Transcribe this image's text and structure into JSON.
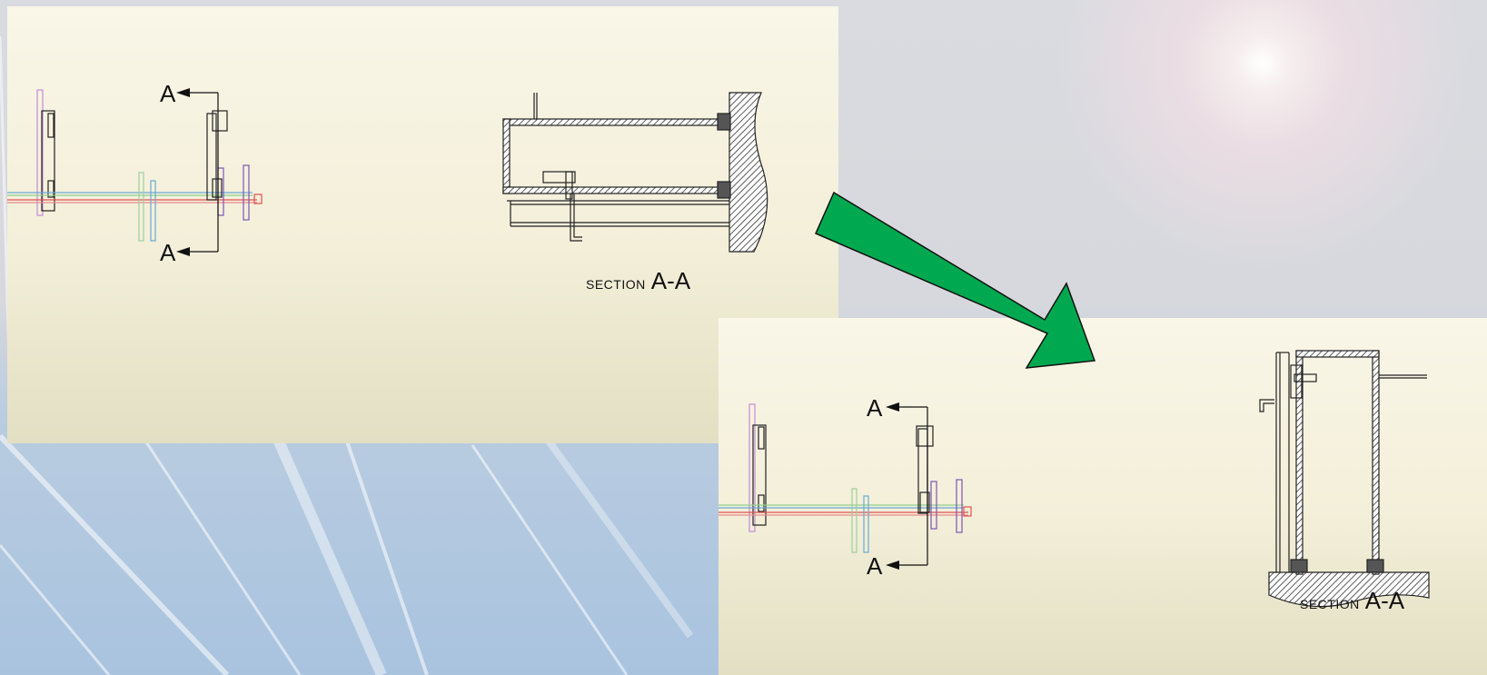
{
  "diagram": {
    "top": {
      "cut_marker_top": "A",
      "cut_marker_bottom": "A",
      "section_small": "SECTION",
      "section_big": "A-A"
    },
    "bottom": {
      "cut_marker_top": "A",
      "cut_marker_bottom": "A",
      "section_small": "SECTION",
      "section_big": "A-A"
    }
  },
  "colors": {
    "arrow_fill": "#00a84f",
    "panel_top": "#faf6e8",
    "panel_bottom": "#e2dfc3",
    "line": "#111111"
  }
}
